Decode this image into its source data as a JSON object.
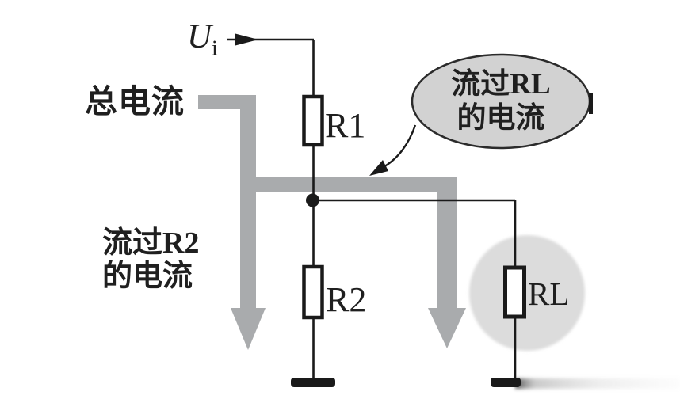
{
  "labels": {
    "input_voltage_main": "U",
    "input_voltage_sub": "i",
    "total_current": "总电流",
    "r2_current_line1": "流过R2",
    "r2_current_line2": "的电流",
    "r1": "R1",
    "r2": "R2",
    "rl": "RL"
  },
  "callout": {
    "line1": "流过RL",
    "line2": "的电流"
  },
  "colors": {
    "flow_arrow": "#a9abad",
    "callout_fill": "#d2d2d2",
    "rl_highlight": "#dcdcdc",
    "wire": "#1a1a1a",
    "background": "#ffffff"
  }
}
